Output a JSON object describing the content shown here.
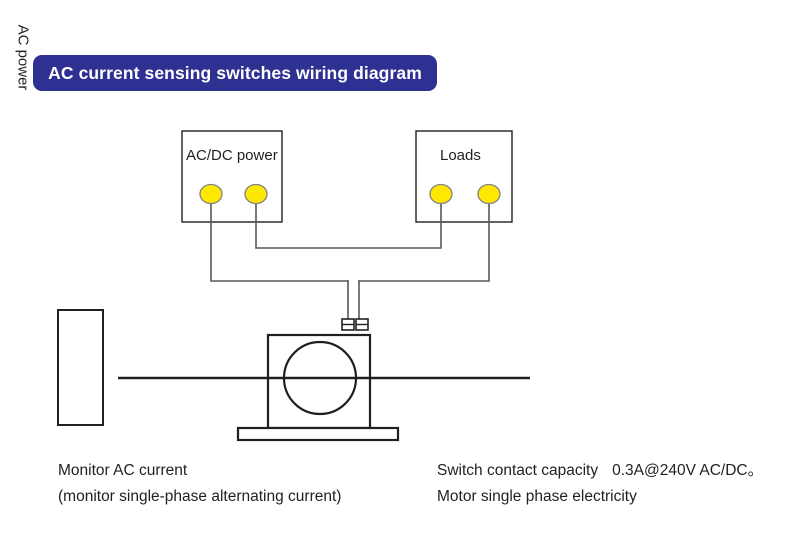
{
  "diagram": {
    "title": "AC current sensing switches wiring diagram",
    "title_bar_color": "#2e3192",
    "title_text_color": "#ffffff",
    "background_color": "#ffffff",
    "line_color": "#231f20",
    "wire_color": "#58595b",
    "terminal_fill_color": "#ffe800",
    "terminal_stroke_color": "#808285"
  },
  "blocks": {
    "ac_dc_power": {
      "label": "AC/DC power",
      "terminals": [
        "terminal-left",
        "terminal-right"
      ]
    },
    "loads": {
      "label": "Loads",
      "terminals": [
        "terminal-left",
        "terminal-right"
      ]
    },
    "ac_power_source": {
      "label": "AC power"
    },
    "current_sensor": {
      "name": "current-sensing-switch",
      "terminals": [
        "sensor-terminal-1",
        "sensor-terminal-2"
      ]
    }
  },
  "captions": {
    "left": {
      "line1": "Monitor AC current",
      "line2": "(monitor single-phase alternating current)"
    },
    "right": {
      "line1_label": "Switch contact capacity",
      "line1_value": "0.3A@240V AC/DC。",
      "line2": "Motor single phase electricity"
    }
  }
}
